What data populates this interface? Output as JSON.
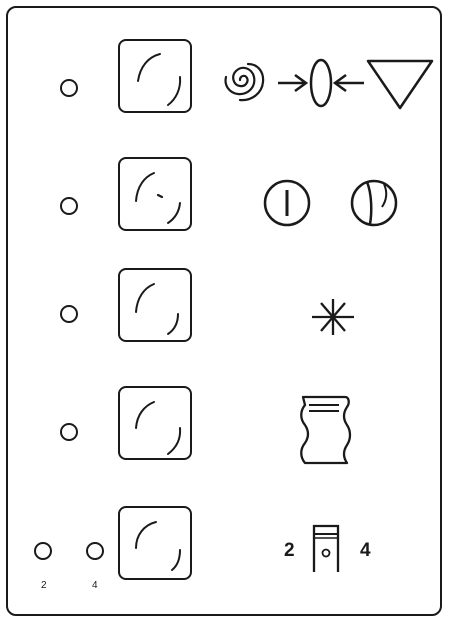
{
  "rows": [
    {
      "id": "row-1",
      "knob_icon": "dial-icon",
      "symbol_icon": "fan-airflow-icon"
    },
    {
      "id": "row-2",
      "knob_icon": "dial-icon",
      "symbol_icon": "on-off-icon"
    },
    {
      "id": "row-3",
      "knob_icon": "dial-icon",
      "symbol_icon": "snowflake-icon"
    },
    {
      "id": "row-4",
      "knob_icon": "dial-icon",
      "symbol_icon": "scroll-icon"
    },
    {
      "id": "row-5",
      "knob_icon": "dial-icon",
      "symbol_icon": "cylinder-icon",
      "left_label": "2",
      "right_label": "4"
    }
  ],
  "colors": {
    "ink": "#1a1a1a",
    "background": "#ffffff"
  }
}
